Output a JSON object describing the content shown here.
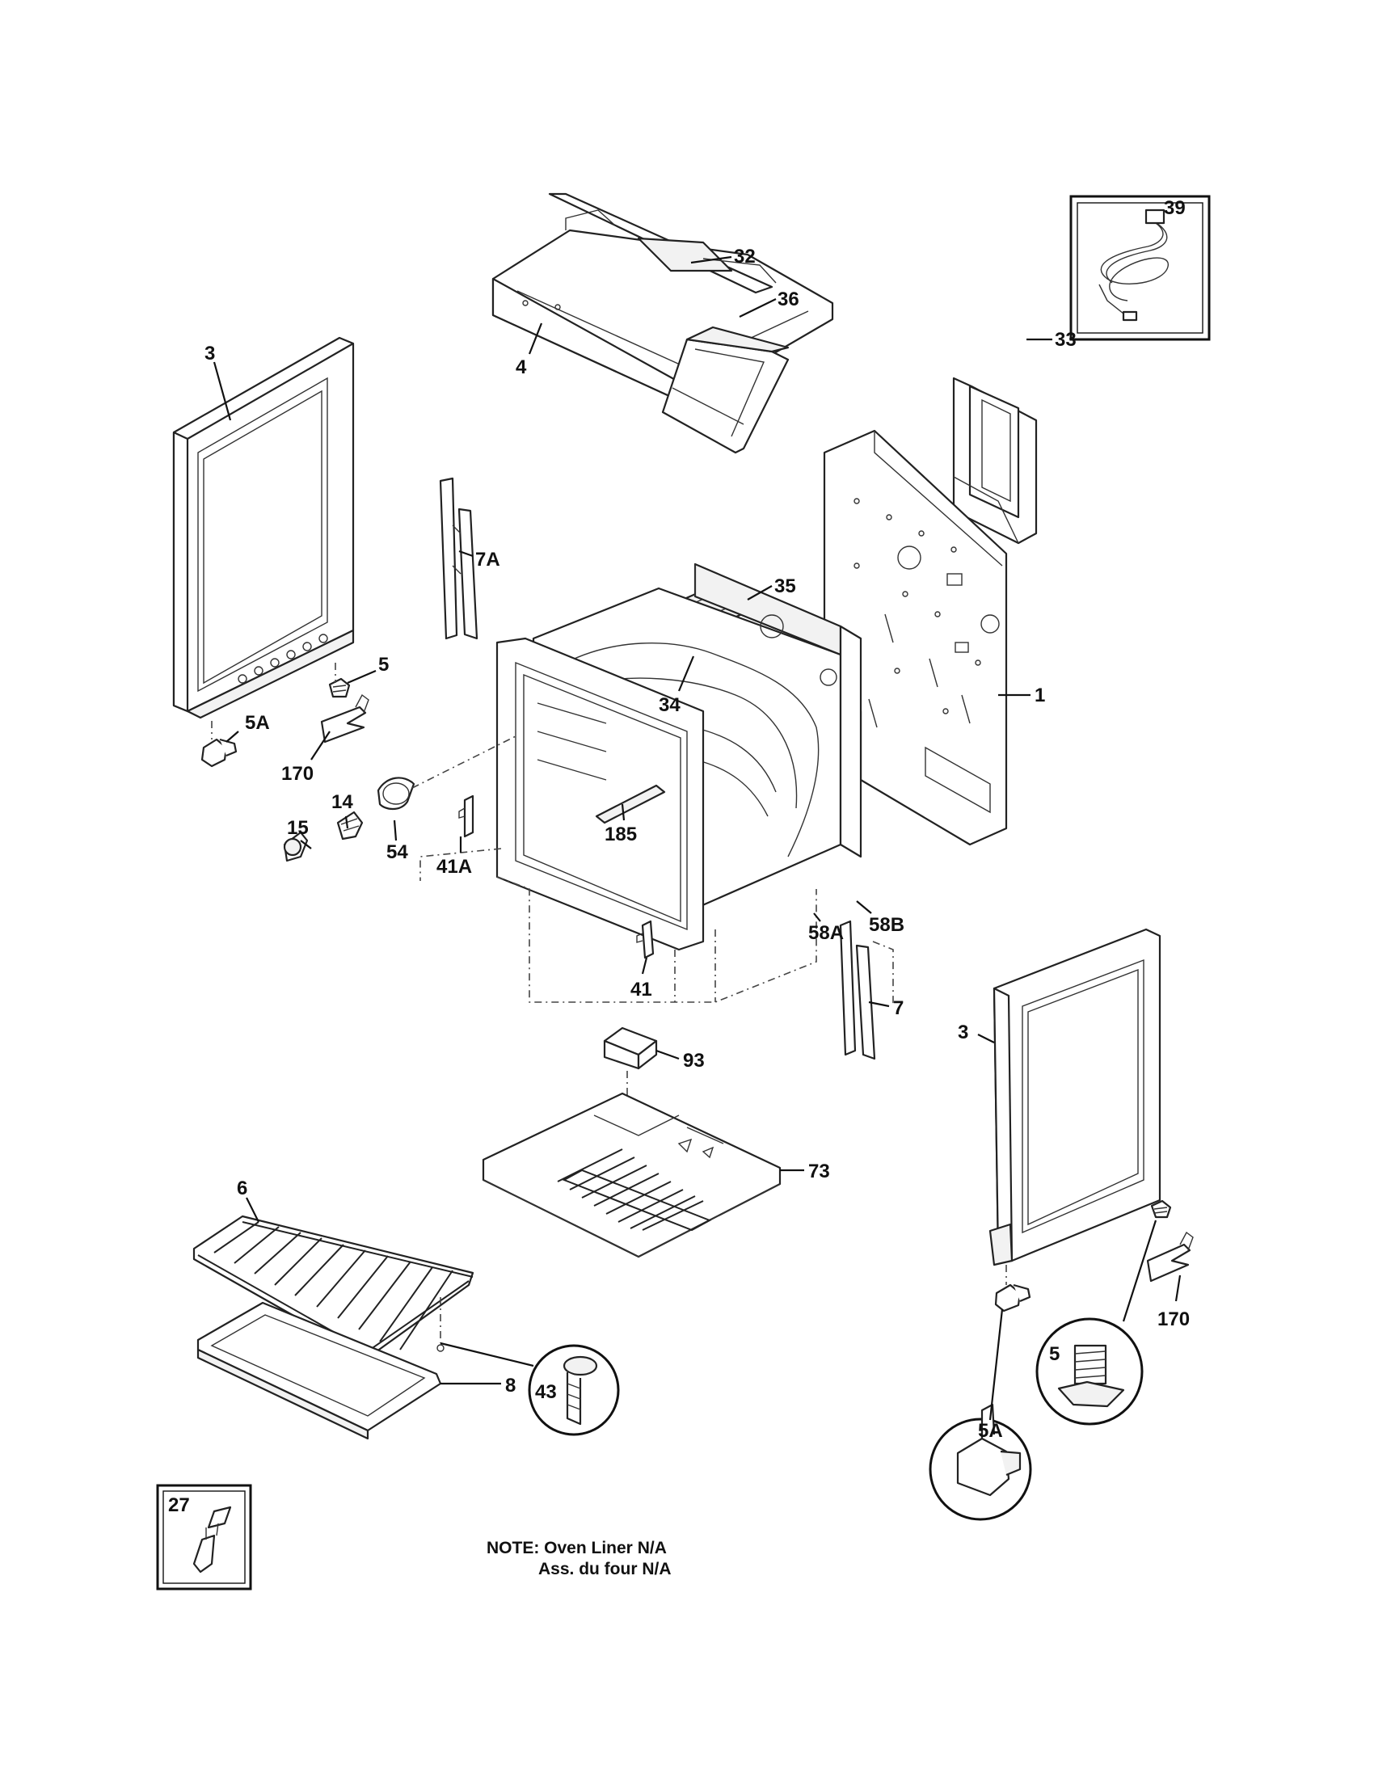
{
  "callouts": {
    "c32": "32",
    "c4": "4",
    "c39": "39",
    "c3_left": "3",
    "c36": "36",
    "c33": "33",
    "c7A": "7A",
    "c35": "35",
    "c5_left": "5",
    "c5A_left": "5A",
    "c34": "34",
    "c1": "1",
    "c170_left": "170",
    "c14": "14",
    "c15": "15",
    "c54": "54",
    "c41A": "41A",
    "c185": "185",
    "c58A": "58A",
    "c58B": "58B",
    "c41": "41",
    "c7": "7",
    "c93": "93",
    "c3_right": "3",
    "c73": "73",
    "c6": "6",
    "c170_right": "170",
    "c5_right": "5",
    "c43": "43",
    "c8": "8",
    "c5A_right": "5A",
    "c27": "27"
  },
  "note": {
    "line1": "NOTE: Oven Liner N/A",
    "line2": "Ass. du four N/A"
  }
}
